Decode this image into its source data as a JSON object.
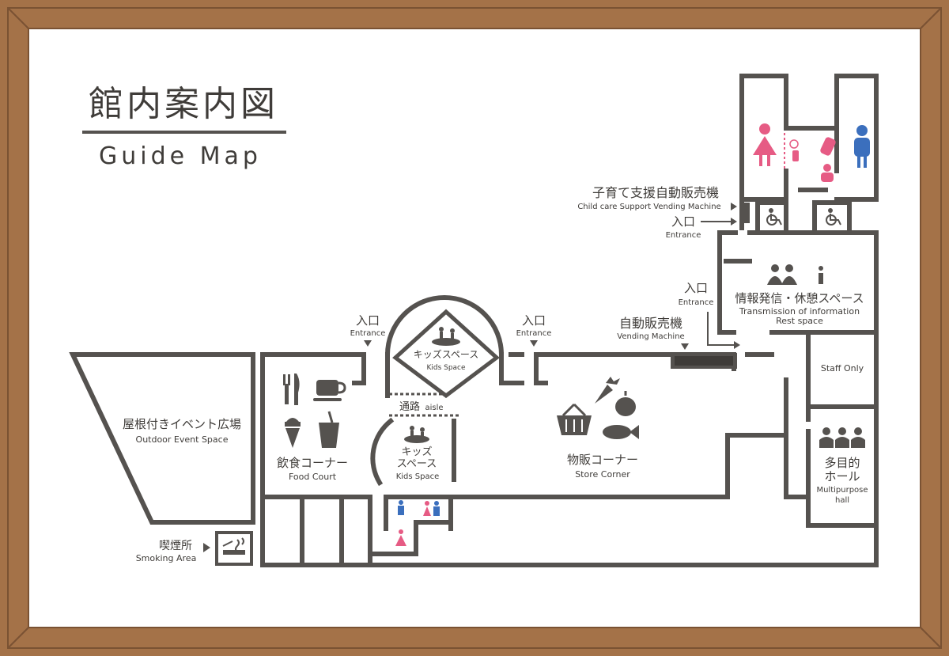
{
  "title": {
    "ja": "館内案内図",
    "en": "Guide Map"
  },
  "colors": {
    "frame": "#a47248",
    "wall": "#55524f",
    "text": "#3f3c39",
    "female": "#e65b84",
    "male": "#3b6fbd"
  },
  "areas": {
    "event_space": {
      "ja": "屋根付きイベント広場",
      "en": "Outdoor Event Space"
    },
    "smoking": {
      "ja": "喫煙所",
      "en": "Smoking Area"
    },
    "food_court": {
      "ja": "飲食コーナー",
      "en": "Food Court"
    },
    "kids_space_top": {
      "ja": "キッズスペース",
      "en": "Kids Space"
    },
    "aisle": {
      "ja": "通路",
      "en": "aisle"
    },
    "kids_space_bottom": {
      "ja1": "キッズ",
      "ja2": "スペース",
      "en": "Kids Space"
    },
    "store": {
      "ja": "物販コーナー",
      "en": "Store  Corner"
    },
    "vending": {
      "ja": "自動販売機",
      "en": "Vending Machine"
    },
    "childcare_vending": {
      "ja": "子育て支援自動販売機",
      "en": "Child care Support Vending Machine"
    },
    "info_rest": {
      "ja": "情報発信・休憩スペース",
      "en1": "Transmission of information",
      "en2": "Rest space"
    },
    "staff": {
      "en": "Staff Only"
    },
    "hall": {
      "ja1": "多目的",
      "ja2": "ホール",
      "en1": "Multipurpose",
      "en2": "hall"
    }
  },
  "entrances": [
    {
      "ja": "入口",
      "en": "Entrance"
    },
    {
      "ja": "入口",
      "en": "Entrance"
    },
    {
      "ja": "入口",
      "en": "Entrance"
    },
    {
      "ja": "入口",
      "en": "Entrance"
    }
  ],
  "icons": [
    "female-restroom-icon",
    "male-restroom-icon",
    "baby-bottle-icon",
    "baby-icon",
    "diaper-changing-icon",
    "wheelchair-icon",
    "info-icon",
    "people-resting-icon",
    "cutlery-icon",
    "coffee-cup-icon",
    "ice-cream-icon",
    "drink-cup-icon",
    "shopping-basket-icon",
    "carrot-icon",
    "onion-icon",
    "fish-icon",
    "smoking-icon",
    "audience-icon",
    "kids-play-icon"
  ]
}
